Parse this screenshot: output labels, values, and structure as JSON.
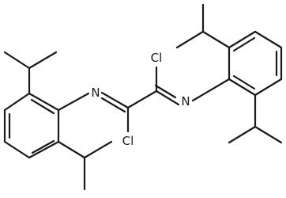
{
  "atoms": {
    "n_left": "N",
    "n_right": "N",
    "cl_top": "Cl",
    "cl_bottom": "Cl"
  }
}
